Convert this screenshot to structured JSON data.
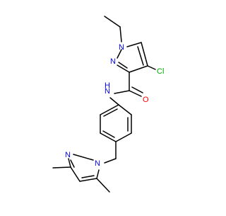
{
  "molecule": {
    "atom_labels": {
      "cl": "Cl",
      "o": "O",
      "nh": "N",
      "h_amide": "H",
      "n1_top": "N",
      "n2_top": "N",
      "n1_bottom": "N",
      "n2_bottom": "N"
    },
    "colors": {
      "carbon": "#000000",
      "nitrogen": "#0000ff",
      "oxygen": "#ff0000",
      "chlorine": "#00aa00"
    }
  }
}
